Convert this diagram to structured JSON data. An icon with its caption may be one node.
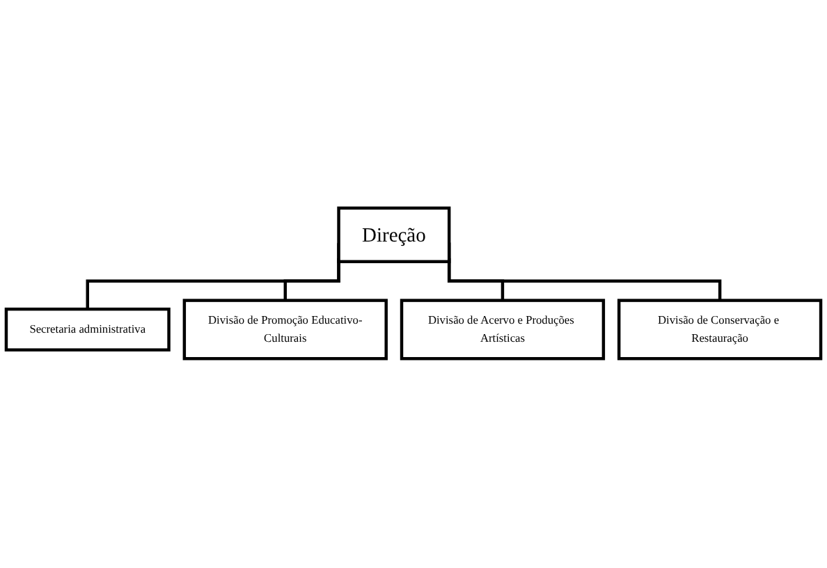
{
  "diagram": {
    "nodes": [
      {
        "text": [
          "Direção"
        ]
      },
      {
        "text": [
          "Secretaria administrativa"
        ]
      },
      {
        "text": [
          "Divisão de Promoção Educativo-Culturais"
        ]
      },
      {
        "text": [
          "Divisão de Acervo e Produções Artísticas"
        ]
      },
      {
        "text": [
          "Divisão de Conservação e Restauração"
        ]
      }
    ],
    "edges": [
      {
        "from": 0,
        "to": 1,
        "arrow": "none"
      },
      {
        "from": 0,
        "to": 2,
        "arrow": "none"
      },
      {
        "from": 0,
        "to": 3,
        "arrow": "none"
      },
      {
        "from": 0,
        "to": 4,
        "arrow": "none"
      }
    ]
  }
}
